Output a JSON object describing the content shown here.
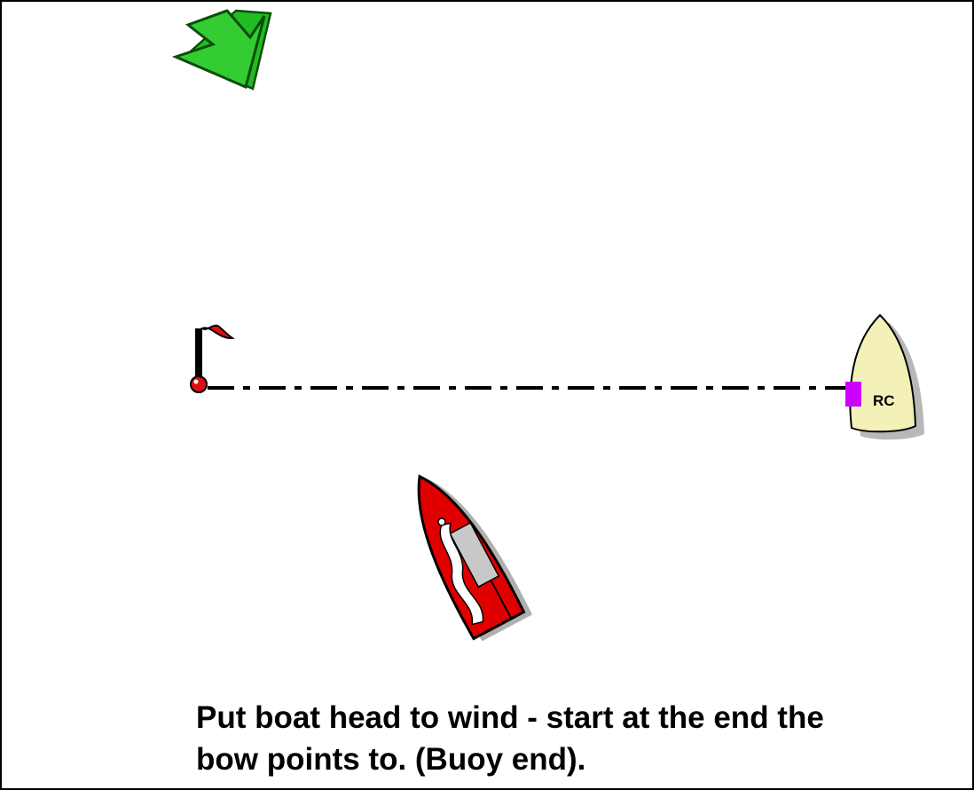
{
  "committee_boat": {
    "label": "RC",
    "hull_color": "#f3f0b8",
    "flag_color": "#cc00ff"
  },
  "wind_arrow": {
    "icon": "wind-arrow-icon",
    "color": "#22bb22"
  },
  "buoy": {
    "icon": "buoy-flag-icon",
    "flag_color": "#dd1111"
  },
  "start_line": {
    "style": "dash-dot"
  },
  "sailboat": {
    "icon": "sailboat-icon",
    "hull_color": "#e00000"
  },
  "caption": {
    "text": "Put boat head to wind - start at the end the bow points to. (Buoy end)."
  }
}
